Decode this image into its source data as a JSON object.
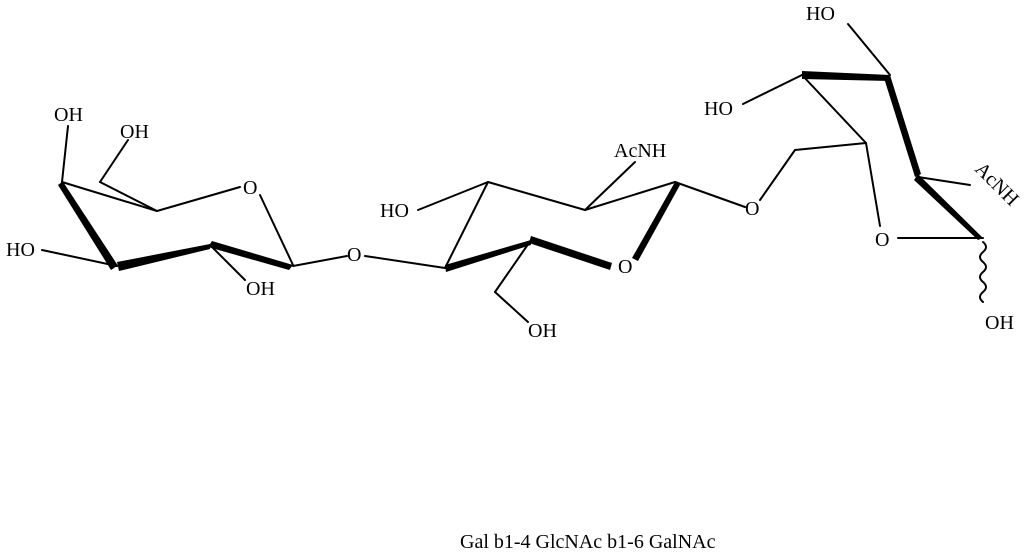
{
  "caption": "Gal b1-4 GlcNAc b1-6 GalNAc",
  "labels": {
    "gal": {
      "oh_top": "OH",
      "ch2oh": "OH",
      "ring_o": "O",
      "oh_left": "HO",
      "oh_bottom": "OH"
    },
    "link1": {
      "o": "O"
    },
    "glcnac": {
      "ho": "HO",
      "acnh": "AcNH",
      "ring_o": "O",
      "ch2oh": "OH"
    },
    "link2": {
      "o": "O"
    },
    "galnac": {
      "ho_top": "HO",
      "ho_left": "HO",
      "acnh": "AcNH",
      "ring_o": "O",
      "oh_anomeric": "OH"
    }
  }
}
